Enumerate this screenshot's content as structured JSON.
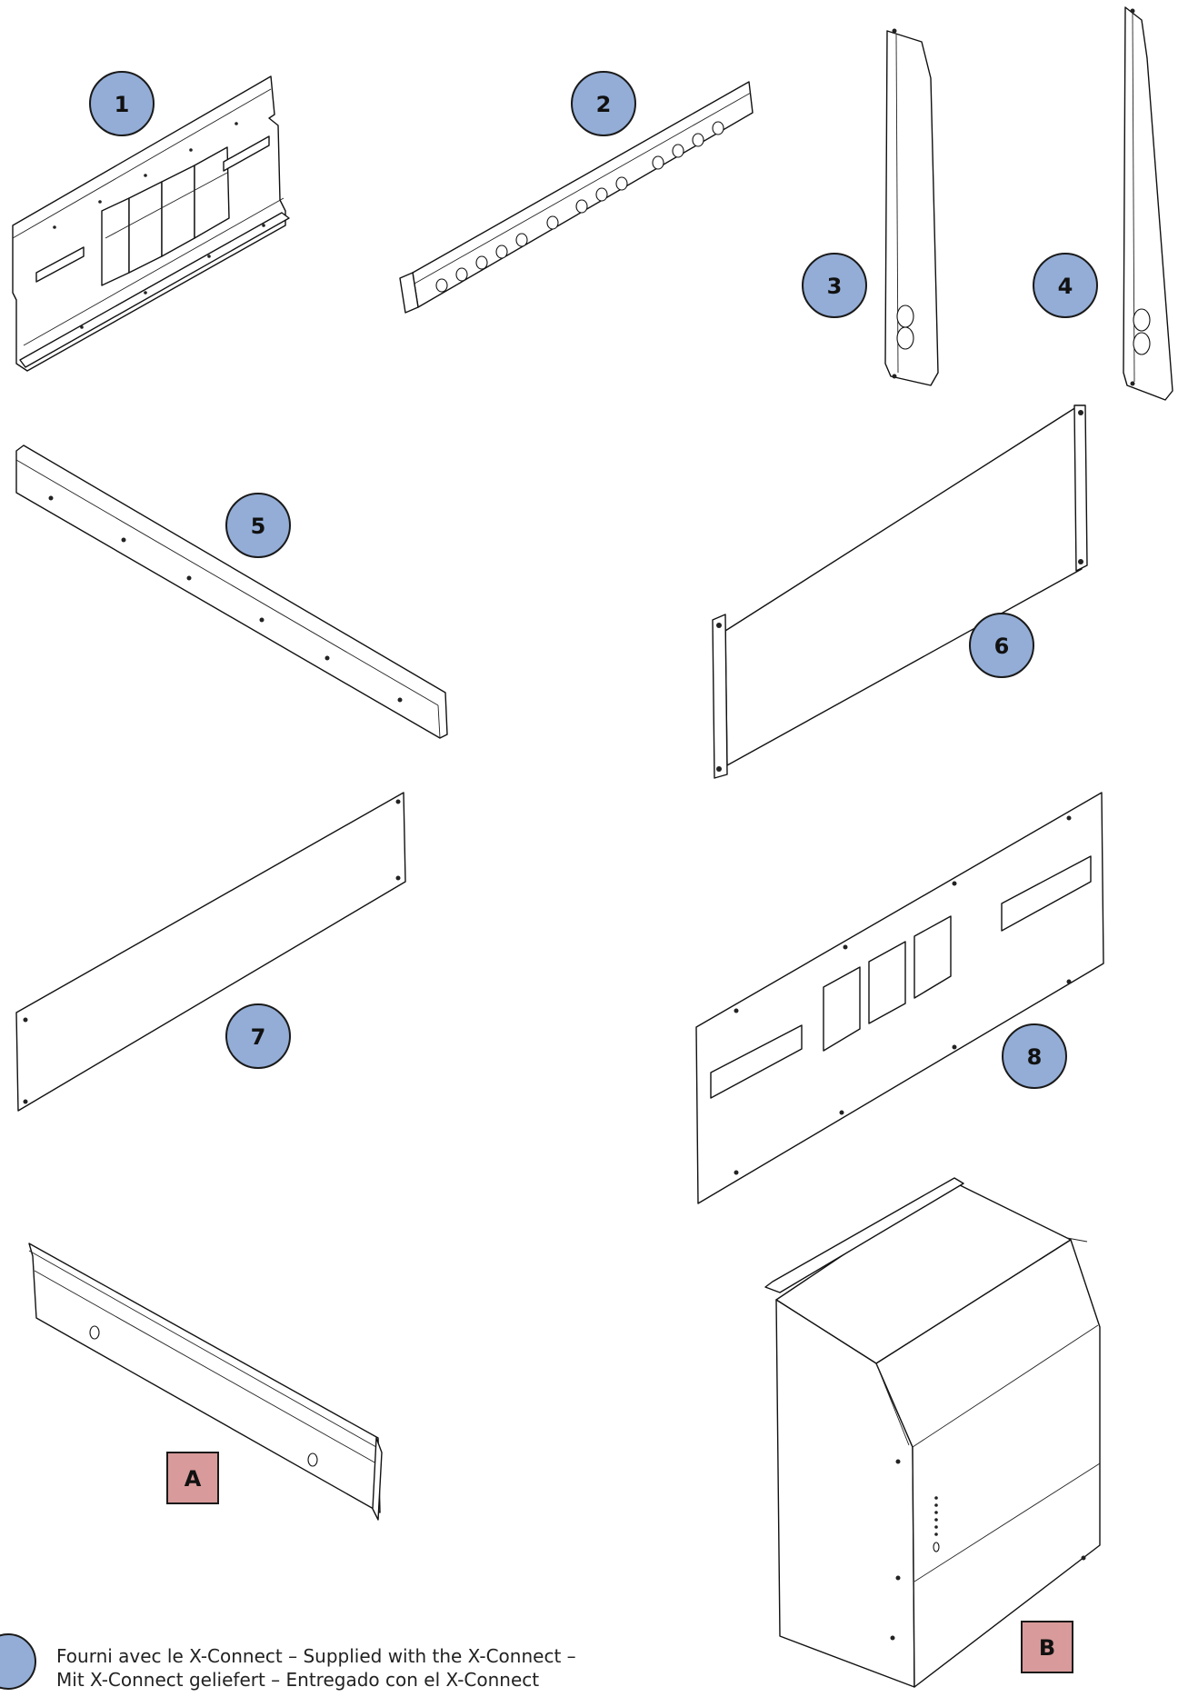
{
  "colors": {
    "supplied_fill": "#93add6",
    "external_fill": "#d89a9a",
    "outline": "#1a1a1a",
    "background": "#ffffff"
  },
  "callouts": [
    {
      "label": "1",
      "kind": "supplied"
    },
    {
      "label": "2",
      "kind": "supplied"
    },
    {
      "label": "3",
      "kind": "supplied"
    },
    {
      "label": "4",
      "kind": "supplied"
    },
    {
      "label": "5",
      "kind": "supplied"
    },
    {
      "label": "6",
      "kind": "supplied"
    },
    {
      "label": "7",
      "kind": "supplied"
    },
    {
      "label": "8",
      "kind": "supplied"
    },
    {
      "label": "A",
      "kind": "external"
    },
    {
      "label": "B",
      "kind": "external"
    }
  ],
  "legend": {
    "text_line_1": "Fourni avec le X-Connect – Supplied with the X-Connect –",
    "text_line_2": "Mit X-Connect geliefert – Entregado con el X-Connect"
  }
}
